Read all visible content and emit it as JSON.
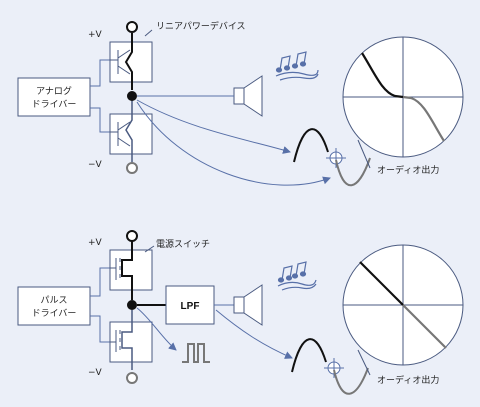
{
  "top": {
    "supply_pos": "+V",
    "supply_neg": "−V",
    "driver_line1": "アナログ",
    "driver_line2": "ドライバー",
    "device_label": "リニアパワーデバイス",
    "output_label": "オーディオ出力"
  },
  "bottom": {
    "supply_pos": "+V",
    "supply_neg": "−V",
    "driver_line1": "パルス",
    "driver_line2": "ドライバー",
    "device_label": "電源スイッチ",
    "filter_label": "LPF",
    "output_label": "オーディオ出力"
  },
  "colors": {
    "background": "#ebeff8",
    "box_stroke": "#4a5a80",
    "signal_line": "#5870a8",
    "curve_dark": "#111111",
    "curve_gray": "#777777"
  }
}
